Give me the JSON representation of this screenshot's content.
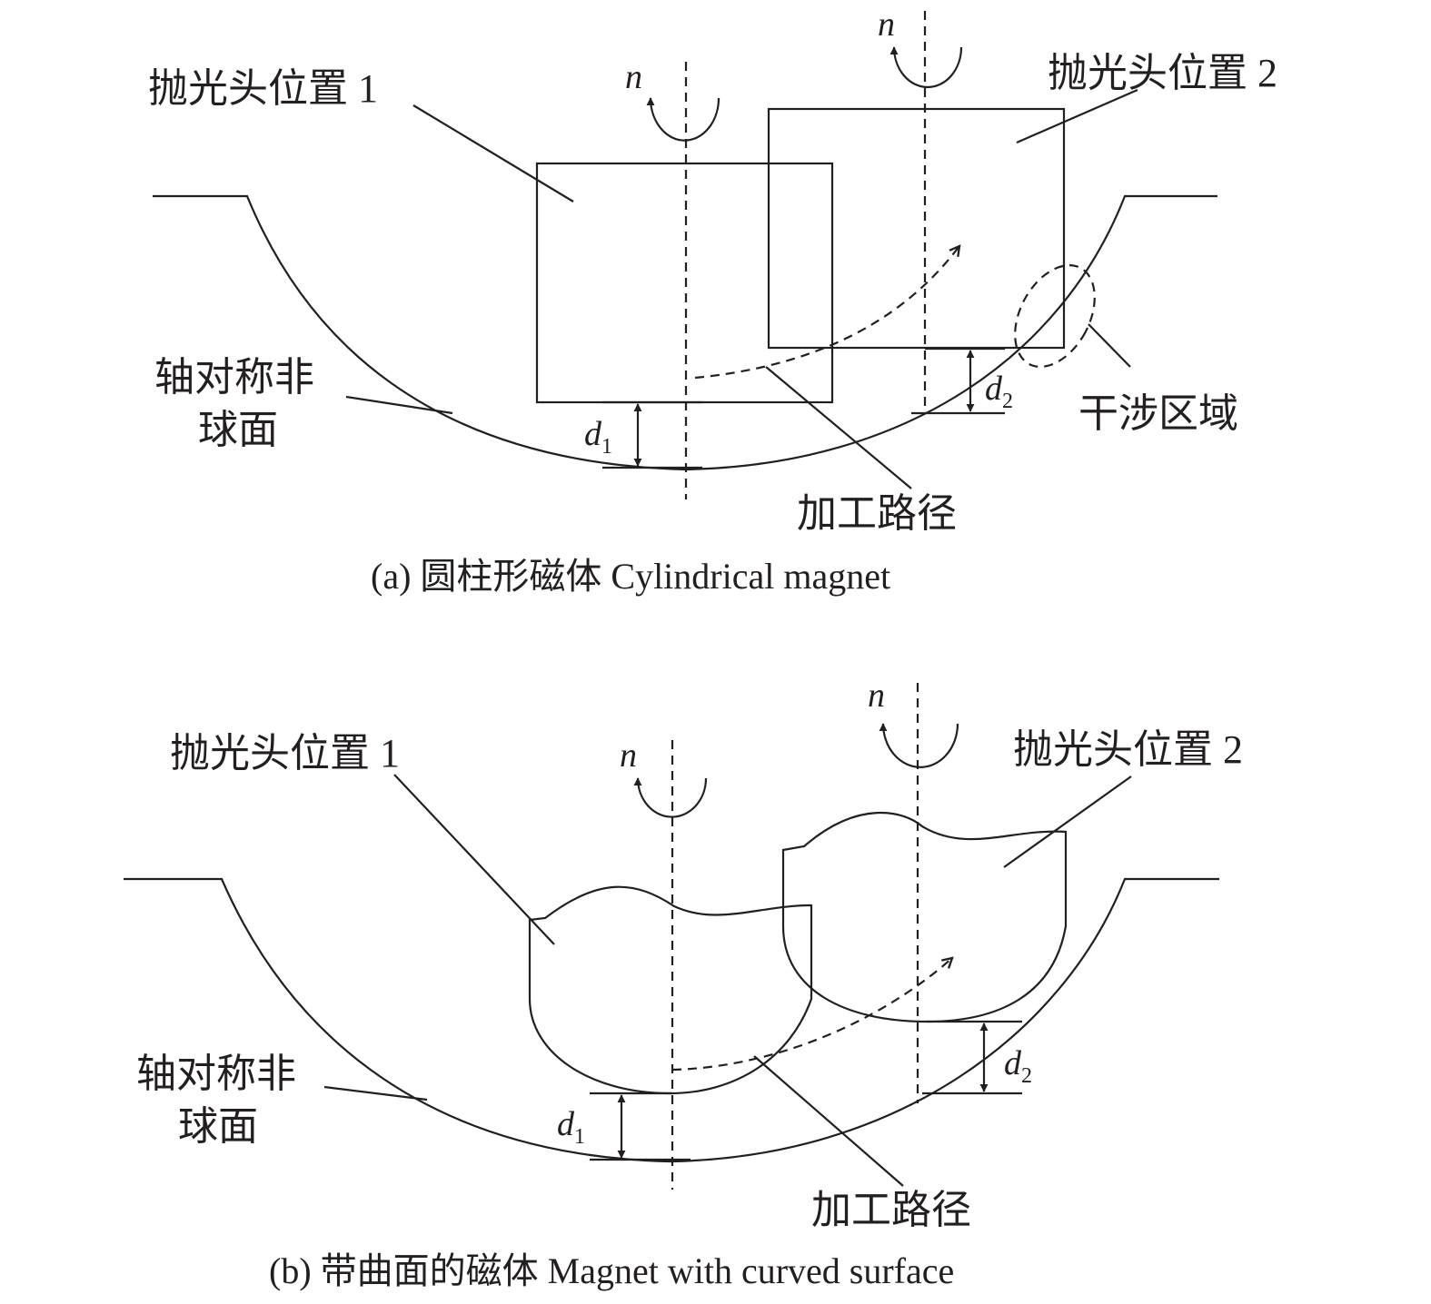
{
  "colors": {
    "ink": "#231f20",
    "background": "#ffffff"
  },
  "panel_a": {
    "caption": "(a) 圆柱形磁体 Cylindrical magnet",
    "label_pos1": "抛光头位置 1",
    "label_pos2": "抛光头位置 2",
    "label_surface_line1": "轴对称非",
    "label_surface_line2": "球面",
    "label_path": "加工路径",
    "label_interference": "干涉区域",
    "rotation_symbol": "n",
    "gap1": {
      "var": "d",
      "sub": "1"
    },
    "gap2": {
      "var": "d",
      "sub": "2"
    }
  },
  "panel_b": {
    "caption": "(b) 带曲面的磁体 Magnet with curved surface",
    "label_pos1": "抛光头位置 1",
    "label_pos2": "抛光头位置 2",
    "label_surface_line1": "轴对称非",
    "label_surface_line2": "球面",
    "label_path": "加工路径",
    "rotation_symbol": "n",
    "gap1": {
      "var": "d",
      "sub": "1"
    },
    "gap2": {
      "var": "d",
      "sub": "2"
    }
  }
}
